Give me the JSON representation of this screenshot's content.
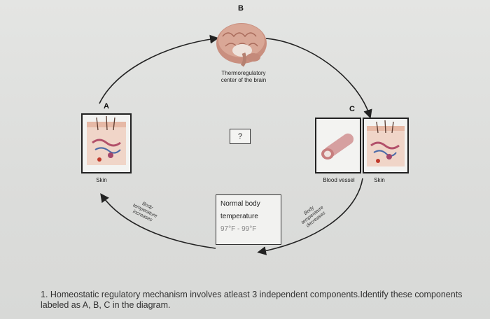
{
  "labels": {
    "a": "A",
    "b": "B",
    "c": "C"
  },
  "brain_caption": [
    "Thermoregulatory",
    "center of the brain"
  ],
  "question_mark": "?",
  "normal_box": {
    "line1": "Normal body",
    "line2": "temperature",
    "line3": "97°F - 99°F"
  },
  "left_panel": {
    "caption": "Skin"
  },
  "right_panels": {
    "vessel_caption": "Blood vessel",
    "skin_caption": "Skin"
  },
  "arc_left_text": [
    "Body",
    "temperature",
    "increases"
  ],
  "arc_right_text": [
    "Body",
    "temperature",
    "decreases"
  ],
  "question_text": "1. Homeostatic regulatory mechanism involves atleast 3 independent components.Identify these components labeled as A, B, C in the diagram."
}
